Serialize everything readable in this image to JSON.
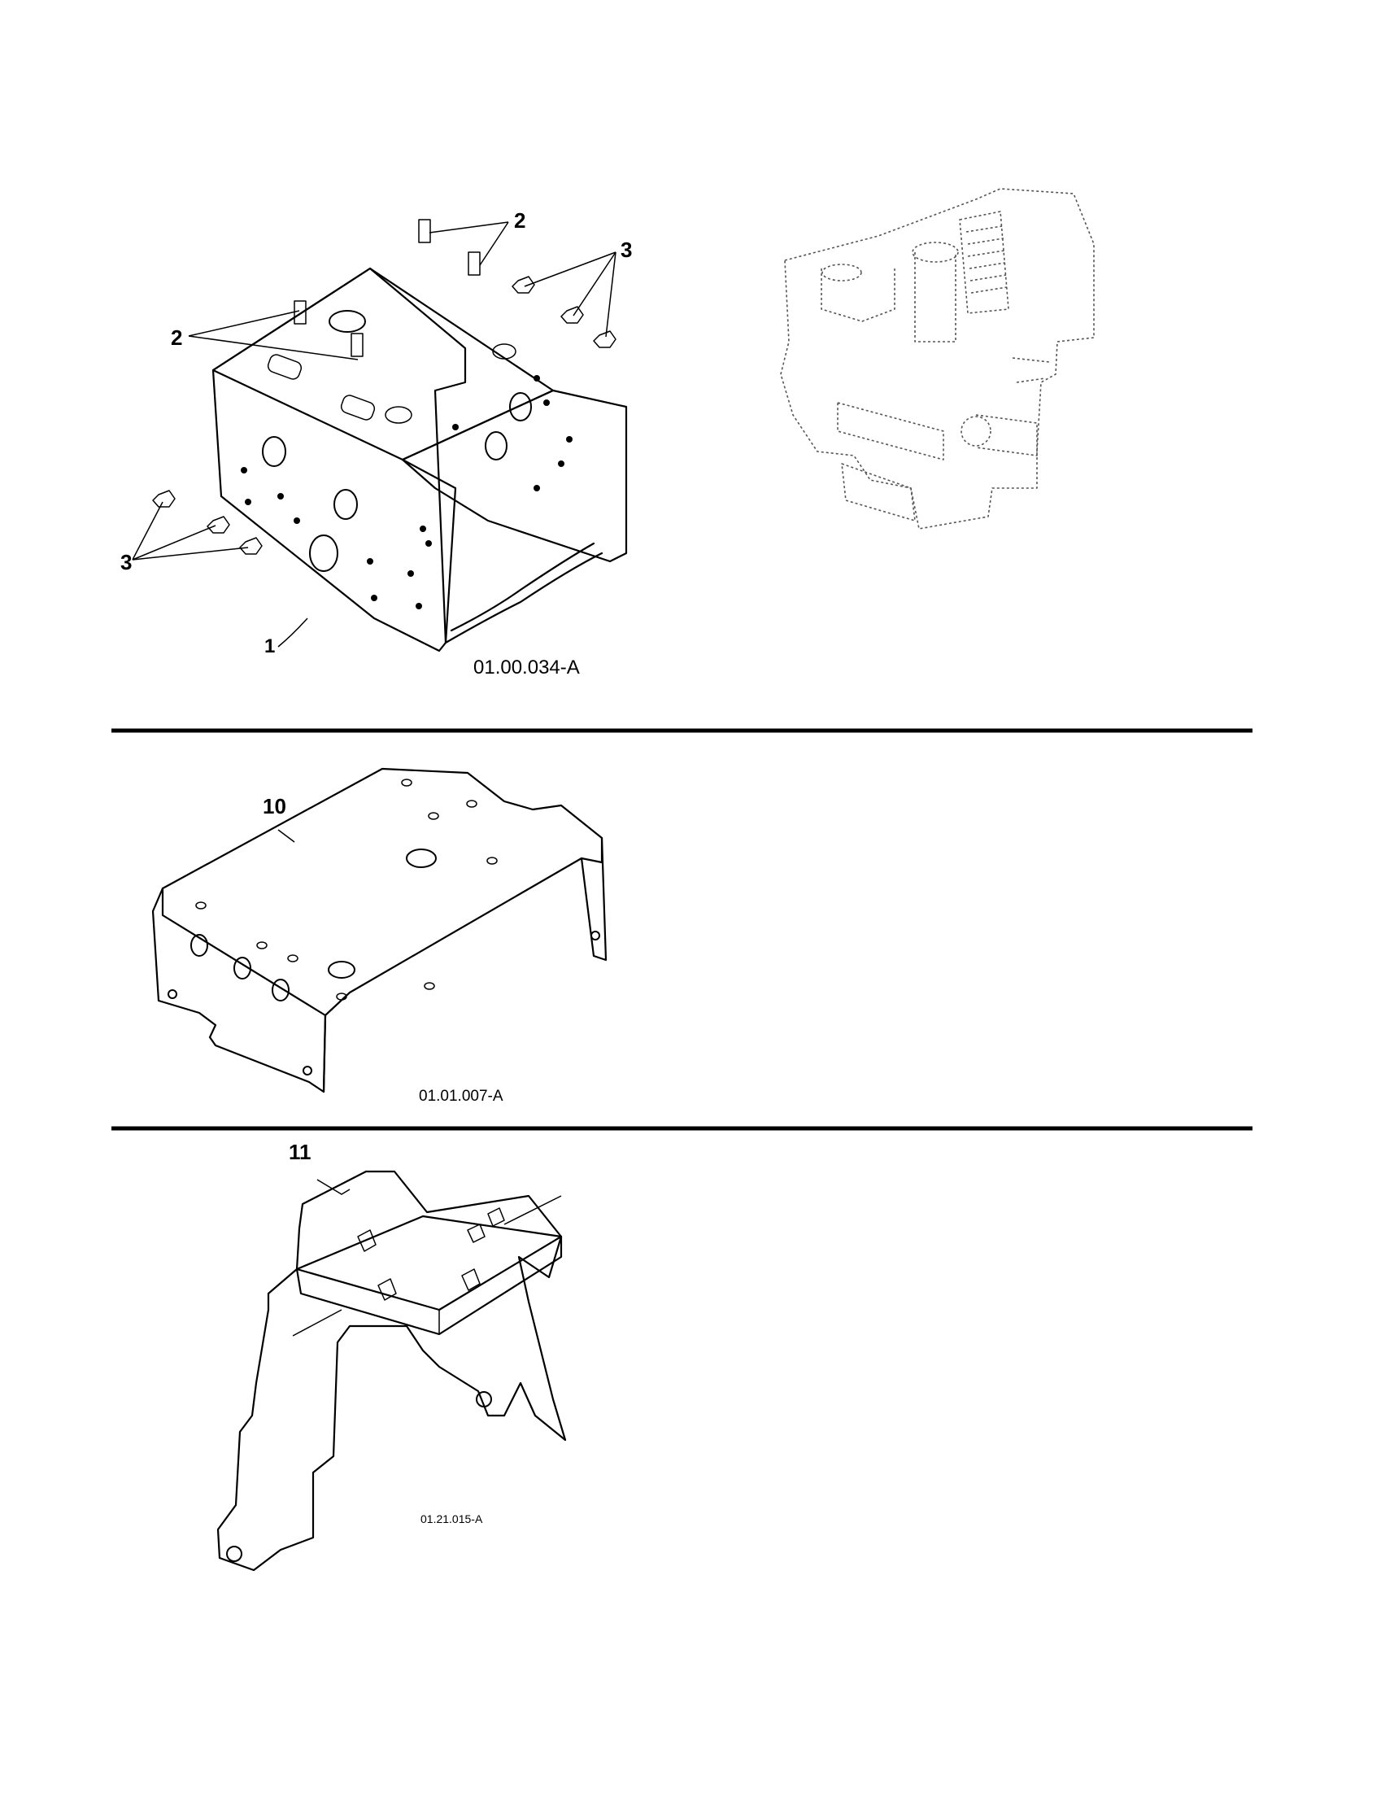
{
  "figures": [
    {
      "id": "frame-assembly",
      "code": "01.00.034-A",
      "callouts": [
        "1",
        "2",
        "2",
        "3",
        "3"
      ]
    },
    {
      "id": "upper-frame",
      "code": "01.01.007-A",
      "callouts": [
        "10"
      ]
    },
    {
      "id": "shroud",
      "code": "01.21.015-A",
      "callouts": [
        "11"
      ]
    }
  ],
  "reference_view": "engine-locator-phantom"
}
